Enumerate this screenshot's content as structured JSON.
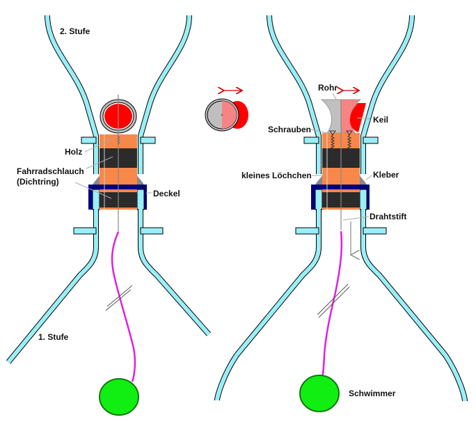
{
  "colors": {
    "tube": "#99eef7",
    "tube_outline": "#000000",
    "wood": "#f7884a",
    "rubber": "#2b2b2b",
    "cap": "#000080",
    "ball": "#ff0000",
    "ball_light": "#f78484",
    "ring": "#bfbfbf",
    "pipe_grey": "#c0c0c0",
    "string": "#e020e0",
    "float": "#11ee11",
    "arrow_red": "#cc0000",
    "leader": "#aaaaaa"
  },
  "left_diagram": {
    "labels": {
      "stage2": "2. Stufe",
      "stage1": "1. Stufe",
      "wood": "Holz",
      "tube_seal_line1": "Fahrradschlauch",
      "tube_seal_line2": "(Dichtring)",
      "cap": "Deckel"
    }
  },
  "right_diagram": {
    "labels": {
      "pipe": "Rohr",
      "wedge": "Keil",
      "screws": "Schrauben",
      "small_hole": "kleines Löchchen",
      "glue": "Kleber",
      "wire_pin": "Drahtstift",
      "float": "Schwimmer"
    }
  }
}
